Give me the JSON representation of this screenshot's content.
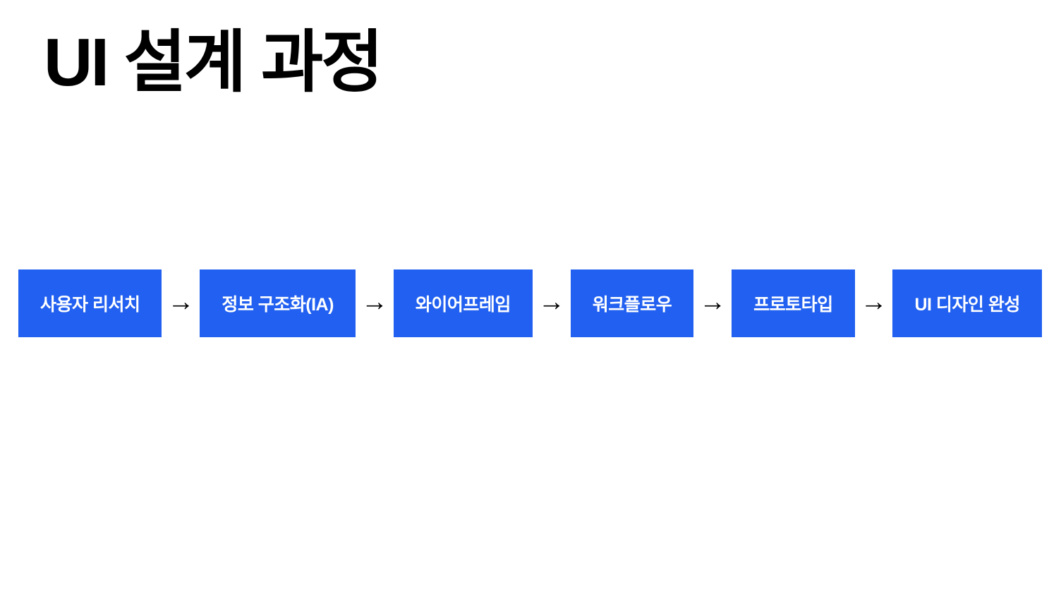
{
  "title": "UI 설계 과정",
  "flow": {
    "arrow": "→",
    "box_color": "#2160f0",
    "box_text_color": "#ffffff",
    "steps": [
      {
        "label": "사용자 리서치"
      },
      {
        "label": "정보 구조화(IA)"
      },
      {
        "label": "와이어프레임"
      },
      {
        "label": "워크플로우"
      },
      {
        "label": "프로토타입"
      },
      {
        "label": "UI 디자인 완성"
      }
    ]
  }
}
